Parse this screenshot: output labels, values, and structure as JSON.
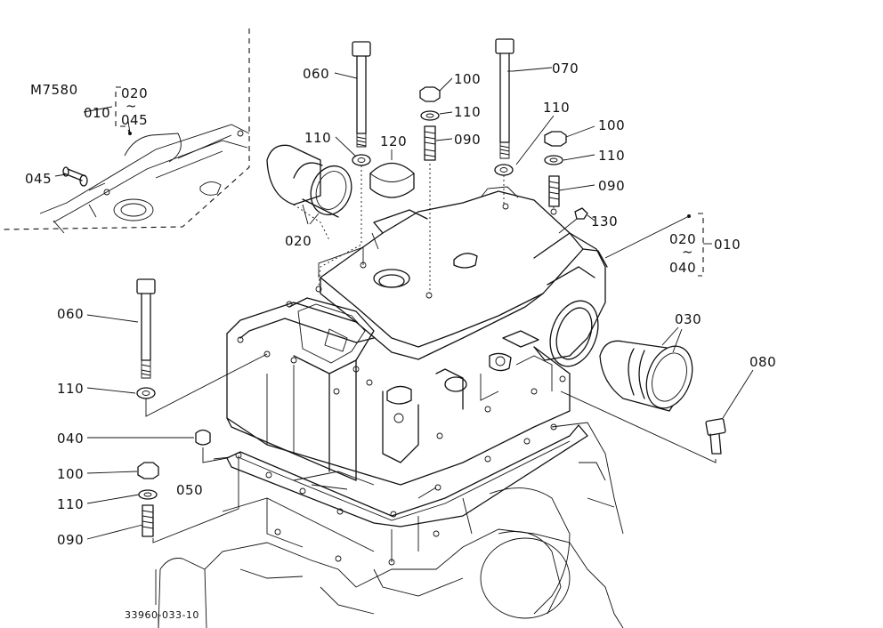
{
  "model": "M7580",
  "drawing_number": "33960-033-10",
  "callouts": {
    "inset_010": "010",
    "inset_020": "020",
    "inset_045_ref": "045",
    "inset_045": "045",
    "bolt_060_top": "060",
    "bolt_060_left": "060",
    "bolt_070": "070",
    "nut_100_a": "100",
    "nut_100_b": "100",
    "nut_100_c": "100",
    "washer_110_a": "110",
    "washer_110_b": "110",
    "washer_110_c": "110",
    "washer_110_d": "110",
    "washer_110_e": "110",
    "washer_110_f": "110",
    "plug_120": "120",
    "stud_090_a": "090",
    "stud_090_b": "090",
    "stud_090_c": "090",
    "bushing_020": "020",
    "ref_020": "020",
    "ref_040": "040",
    "set_010": "010",
    "bushing_030": "030",
    "fitting_130": "130",
    "bolt_080": "080",
    "plug_040": "040",
    "gasket_050": "050",
    "tilde_a": "~",
    "tilde_b": "~"
  }
}
